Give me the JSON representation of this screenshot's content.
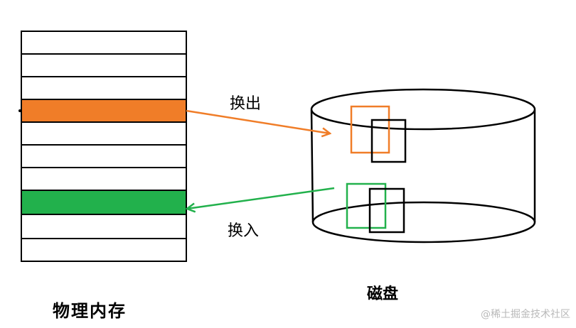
{
  "labels": {
    "swap_out": "换出",
    "swap_in": "换入",
    "physical_memory": "物理内存",
    "disk": "磁盘"
  },
  "watermark": "@稀土掘金技术社区",
  "colors": {
    "swap_out": "#f07d28",
    "swap_in": "#22b14c",
    "outline": "#000000"
  },
  "memory": {
    "rows": [
      "empty",
      "empty",
      "empty",
      "swap_out",
      "empty",
      "empty",
      "empty",
      "swap_in",
      "empty",
      "empty"
    ]
  }
}
